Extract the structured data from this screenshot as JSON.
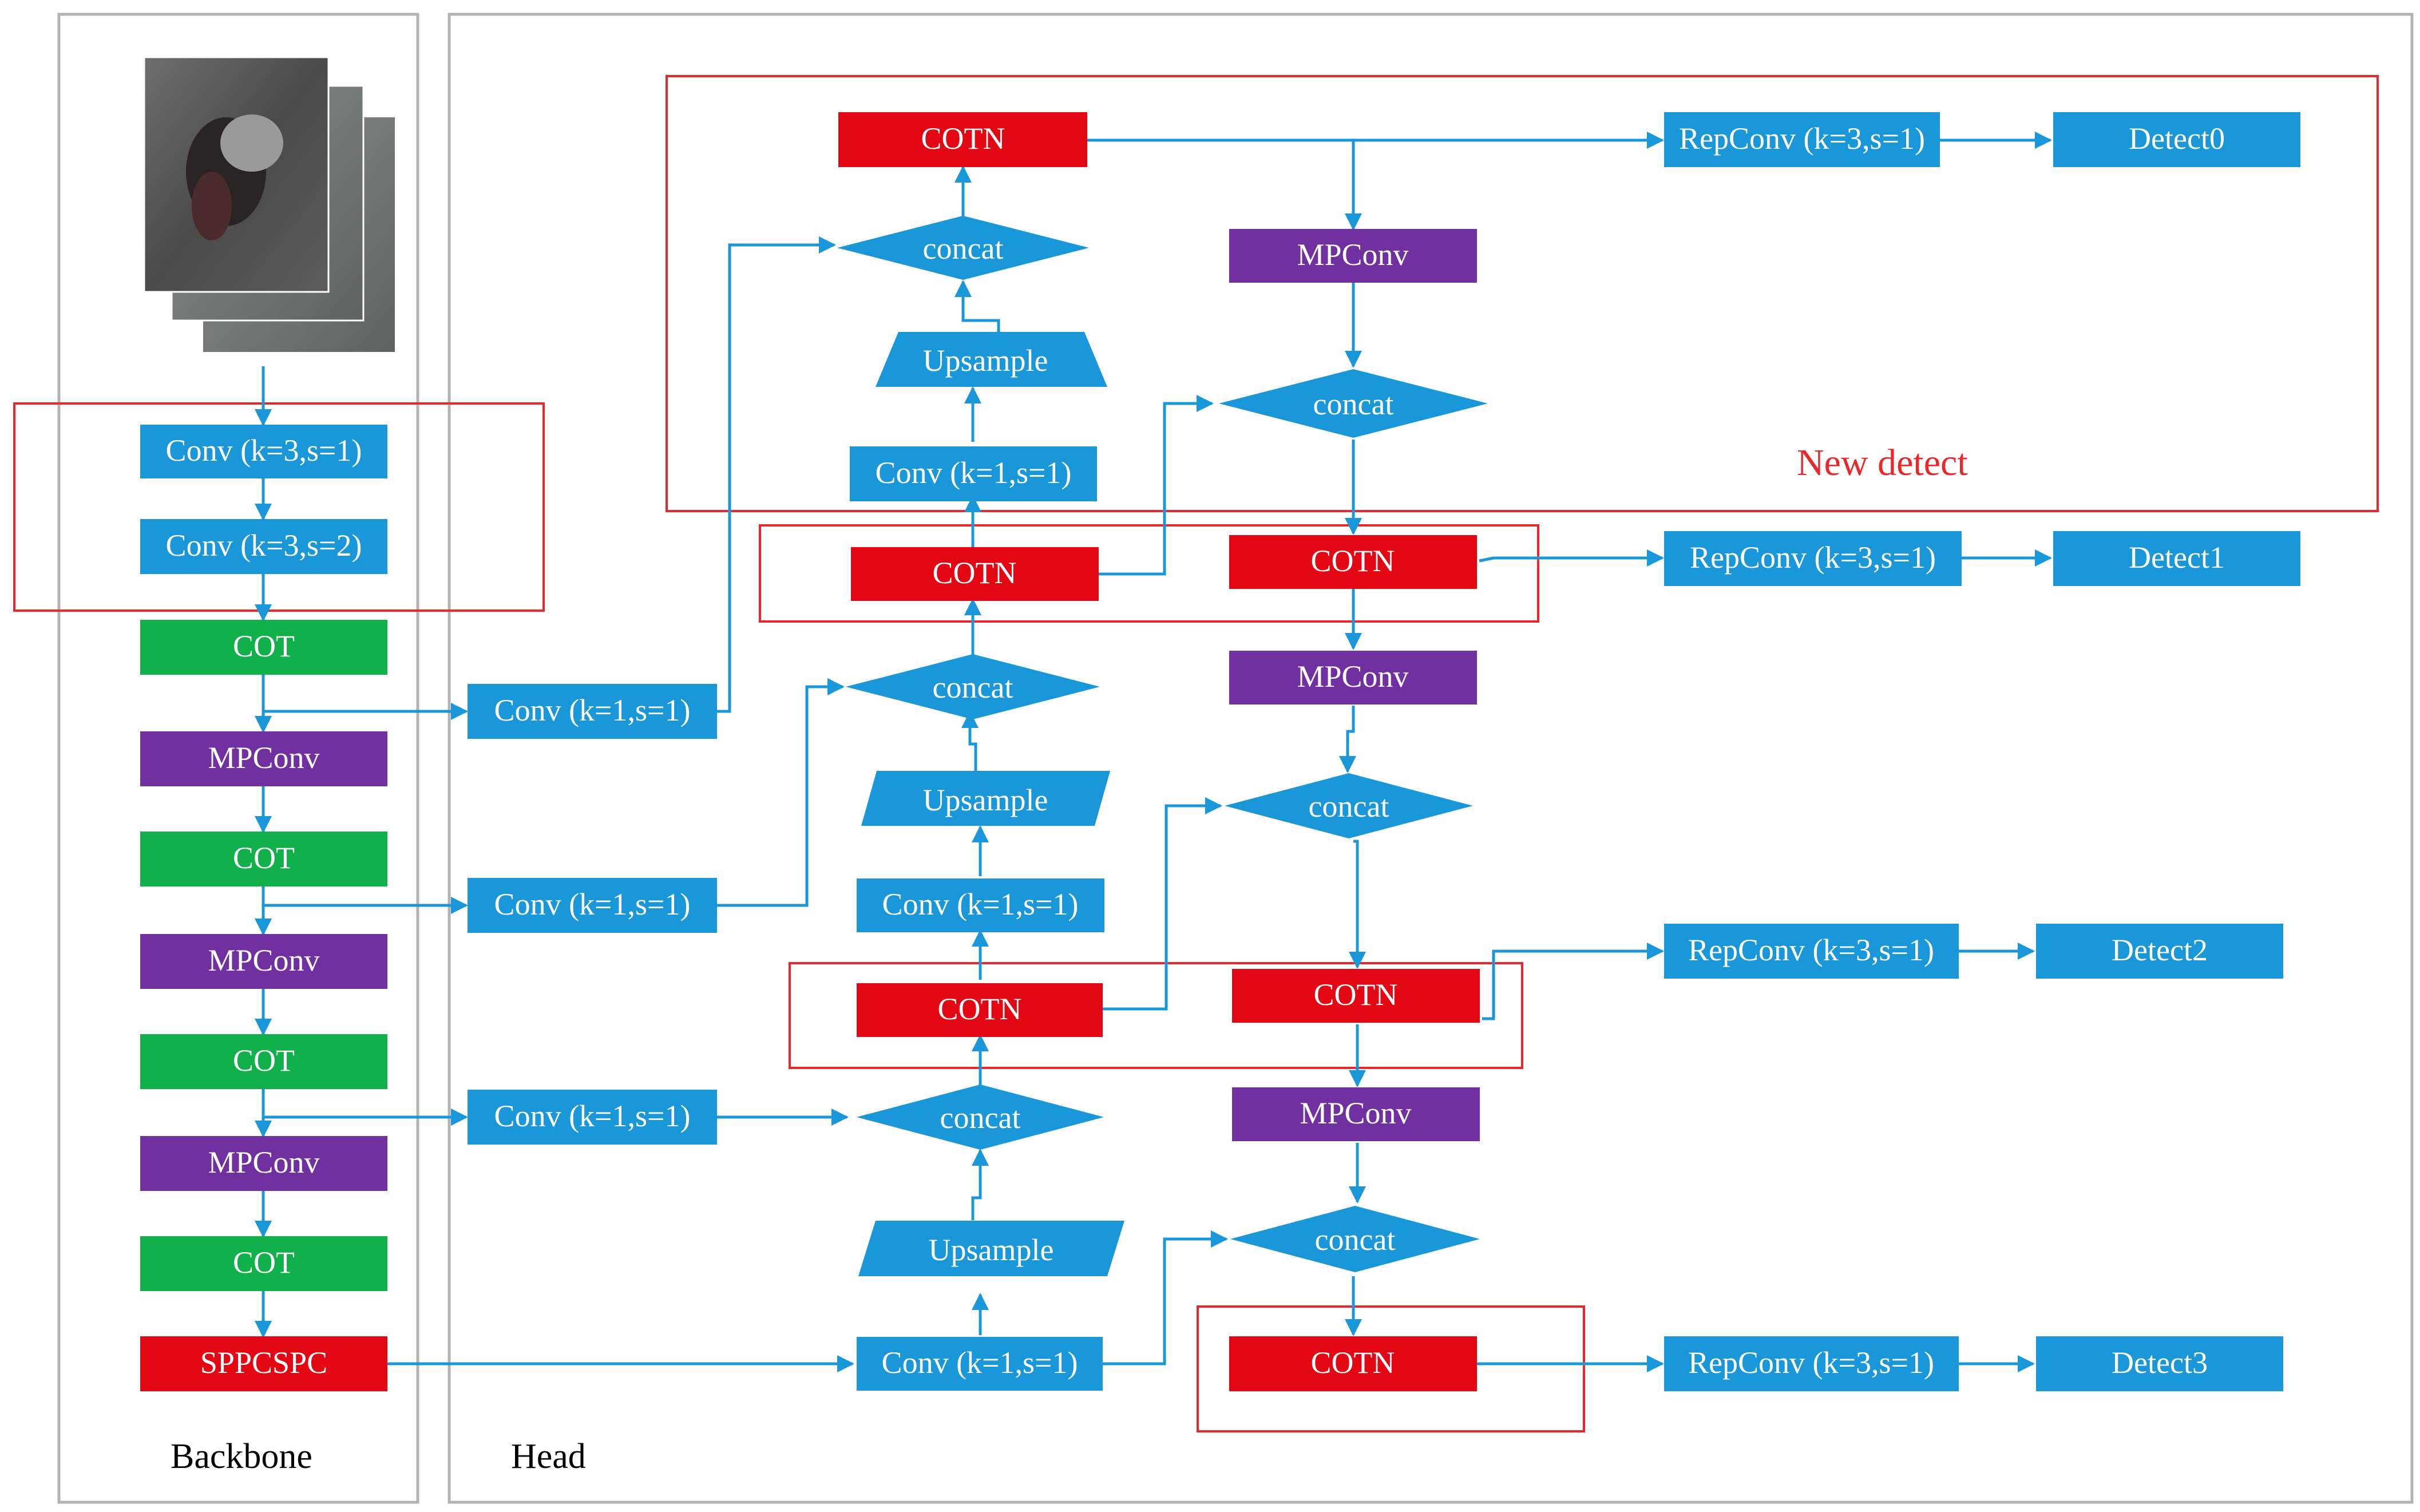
{
  "colors": {
    "blue": "#1a97d8",
    "red": "#e30613",
    "green": "#10b04a",
    "purple": "#7030a0",
    "arrow": "#1a97d8",
    "highlight": "#e8282b",
    "panel_border": "#b3b3b3"
  },
  "panels": {
    "backbone_label": "Backbone",
    "head_label": "Head"
  },
  "new_detect_label": "New detect",
  "backbone": {
    "input_image": "input image stack",
    "conv1": "Conv  (k=3,s=1)",
    "conv2": "Conv  (k=3,s=2)",
    "cot1": "COT",
    "mpconv1": "MPConv",
    "cot2": "COT",
    "mpconv2": "MPConv",
    "cot3": "COT",
    "mpconv3": "MPConv",
    "cot4": "COT",
    "sppcspc": "SPPCSPC"
  },
  "head": {
    "lat_conv1": "Conv  (k=1,s=1)",
    "lat_conv2": "Conv  (k=1,s=1)",
    "lat_conv3": "Conv  (k=1,s=1)",
    "cotn_top": "COTN",
    "concat_a": "concat",
    "upsample_a": "Upsample",
    "conv_a": "Conv  (k=1,s=1)",
    "cotn_b": "COTN",
    "concat_b": "concat",
    "upsample_b": "Upsample",
    "conv_b": "Conv  (k=1,s=1)",
    "cotn_c": "COTN",
    "concat_c": "concat",
    "upsample_c": "Upsample",
    "conv_c": "Conv  (k=1,s=1)",
    "mpconv_r1": "MPConv",
    "concat_r1": "concat",
    "cotn_r1": "COTN",
    "mpconv_r2": "MPConv",
    "concat_r2": "concat",
    "cotn_r2": "COTN",
    "mpconv_r3": "MPConv",
    "concat_r3": "concat",
    "cotn_r3": "COTN"
  },
  "detect": {
    "repconv0": "RepConv  (k=3,s=1)",
    "detect0": "Detect0",
    "repconv1": "RepConv  (k=3,s=1)",
    "detect1": "Detect1",
    "repconv2": "RepConv  (k=3,s=1)",
    "detect2": "Detect2",
    "repconv3": "RepConv  (k=3,s=1)",
    "detect3": "Detect3"
  }
}
